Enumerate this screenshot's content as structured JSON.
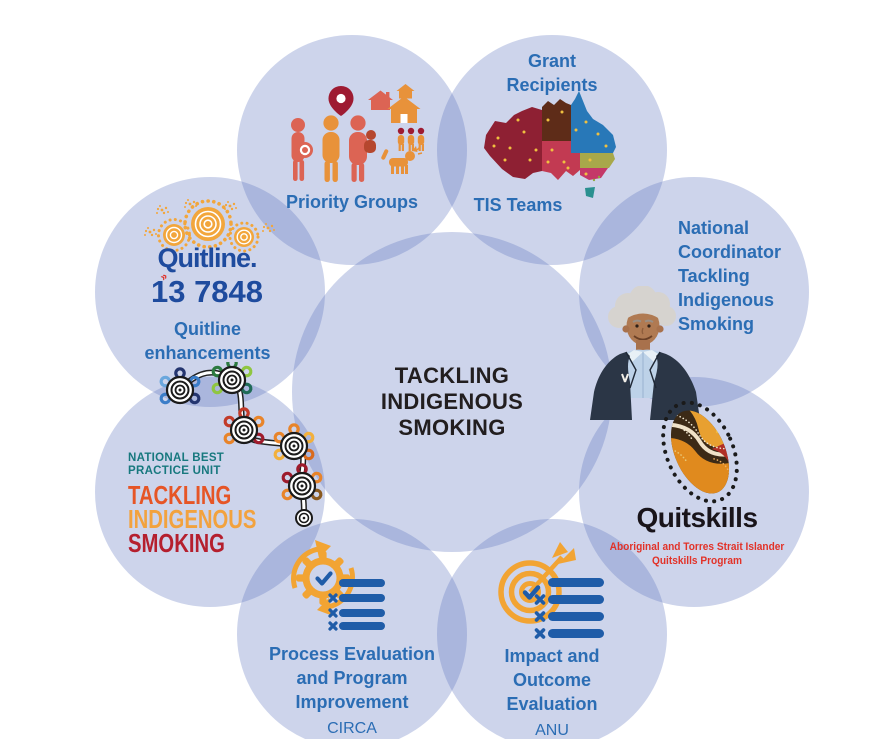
{
  "center": {
    "lines": [
      "TACKLING",
      "INDIGENOUS",
      "SMOKING"
    ]
  },
  "priority": {
    "label": "Priority Groups"
  },
  "grant": {
    "line1": "Grant",
    "line2": "Recipients",
    "teams_label": "TIS Teams"
  },
  "coordinator": {
    "lines": [
      "National",
      "Coordinator",
      "Tackling",
      "Indigenous",
      "Smoking"
    ]
  },
  "quitskills": {
    "logo": "Quitskills",
    "sub1": "Aboriginal and Torres Strait Islander",
    "sub2": "Quitskills Program"
  },
  "impact": {
    "lines": [
      "Impact and",
      "Outcome",
      "Evaluation"
    ],
    "org": "ANU"
  },
  "process": {
    "lines": [
      "Process Evaluation",
      "and Program",
      "Improvement"
    ],
    "org": "CIRCA"
  },
  "nbpu": {
    "unit1": "NATIONAL BEST",
    "unit2": "PRACTICE UNIT",
    "word1": "TACKLING",
    "word2": "INDIGENOUS",
    "word3": "SMOKING"
  },
  "quitline": {
    "logo": "Quitline.",
    "number": "13 7848",
    "cap1": "Quitline",
    "cap2": "enhancements",
    "chevron": "»"
  },
  "colors": {
    "bubble": "rgba(88,112,190,0.30)",
    "caption_blue": "#2B6DB4",
    "quitline_navy": "#1E4B9E",
    "icon_orange": "#F2A433",
    "checklist_blue": "#1F5CA8",
    "teal": "#17787E",
    "tackling_orange": "#E65526",
    "indigenous_amber": "#F2A23E",
    "smoking_red": "#B51F2E",
    "quitskills_red": "#E23228",
    "map_wa": "#8E2033",
    "map_nt": "#5E2C18",
    "map_qld": "#2878B8",
    "map_sa": "#C23A52",
    "map_nsw": "#A8A84A",
    "map_vic": "#C43868",
    "map_tas": "#2A9090"
  },
  "icons": {
    "priority": "people-community-icon",
    "grant": "australia-map-icon",
    "coordinator": "portrait-photo",
    "quitskills": "aboriginal-leaf-art-icon",
    "impact": "target-checklist-icon",
    "process": "gear-checklist-icon",
    "nbpu": "journey-dot-art-icon",
    "quitline": "dot-circles-icon"
  }
}
